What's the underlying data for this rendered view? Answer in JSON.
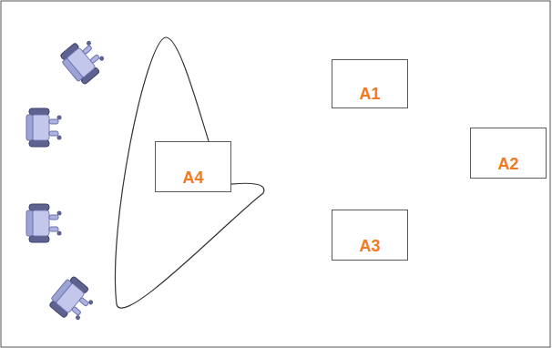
{
  "diagram": {
    "nodes": [
      {
        "text": [
          "A1"
        ]
      },
      {
        "text": [
          "A2"
        ]
      },
      {
        "text": [
          "A3"
        ]
      },
      {
        "text": [
          "A4"
        ]
      }
    ]
  }
}
